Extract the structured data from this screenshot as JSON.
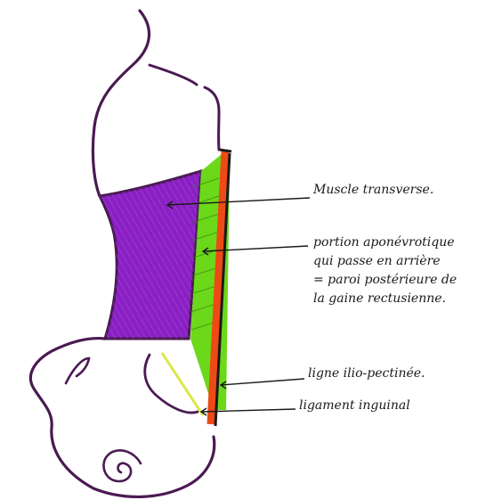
{
  "labels": {
    "transverse": "Muscle transverse.",
    "aponeurotic": [
      "portion aponévrotique",
      "qui passe en arrière",
      "= paroi postérieure de",
      "la gaine rectusienne."
    ],
    "pectineal": "ligne ilio-pectinée.",
    "inguinal": "ligament inguinal"
  },
  "colors": {
    "outline": "#4a1a52",
    "muscle": "#8a1fc4",
    "muscle_hatch": "#b06ae0",
    "aponeurosis": "#6cd81a",
    "rectus_sheath_red": "#ee4a15",
    "ligament": "#dbe84a",
    "ink": "#1a1a1a"
  }
}
